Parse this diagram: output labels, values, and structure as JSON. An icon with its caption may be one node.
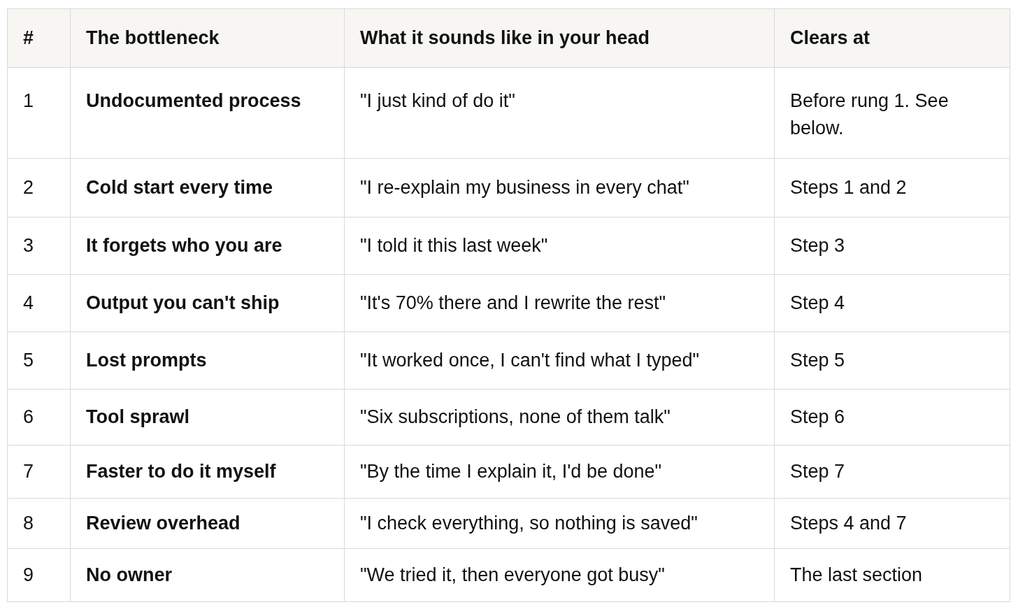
{
  "diagram": {
    "labels": [
      "#",
      "The bottleneck",
      "What it sounds like in your head",
      "Clears at",
      "1",
      "Undocumented process",
      "\"I just kind of do it\"",
      "Before rung 1. See below.",
      "2",
      "Cold start every time",
      "\"I re-explain my business in every chat\"",
      "Steps 1 and 2",
      "3",
      "It forgets who you are",
      "\"I told it this last week\"",
      "Step 3",
      "4",
      "Output you can't ship",
      "\"It's 70% there and I rewrite the rest\"",
      "Step 4",
      "5",
      "Lost prompts",
      "\"It worked once, I can't find what I typed\"",
      "Step 5",
      "6",
      "Tool sprawl",
      "\"Six subscriptions, none of them talk\"",
      "Step 6",
      "7",
      "Faster to do it myself",
      "\"By the time I explain it, I'd be done\"",
      "Step 7",
      "8",
      "Review overhead",
      "\"I check everything, so nothing is saved\"",
      "Steps 4 and 7",
      "9",
      "No owner",
      "\"We tried it, then everyone got busy\"",
      "The last section"
    ]
  }
}
